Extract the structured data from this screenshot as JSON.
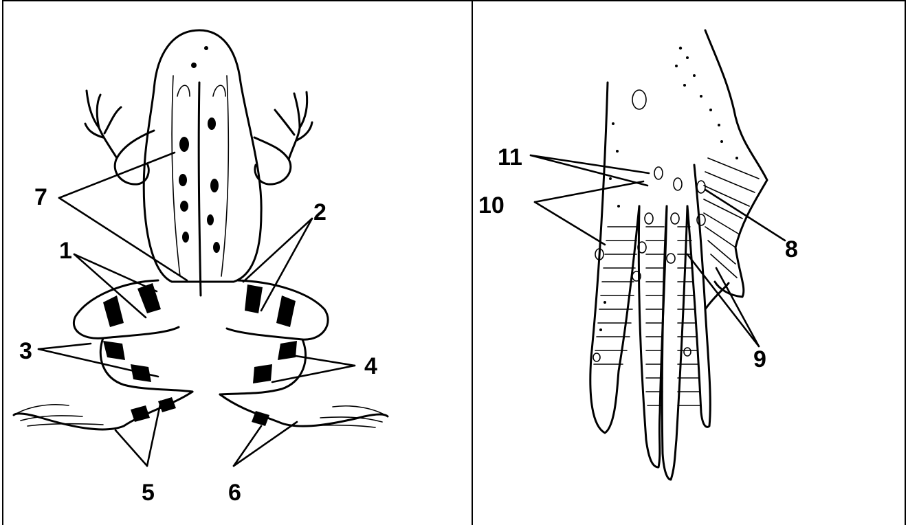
{
  "frog_labels": [
    "1",
    "2",
    "3",
    "4",
    "5",
    "6",
    "7"
  ],
  "foot_labels": [
    "8",
    "9",
    "10",
    "11"
  ],
  "colors": {
    "ink": "#000000",
    "background": "#ffffff"
  }
}
